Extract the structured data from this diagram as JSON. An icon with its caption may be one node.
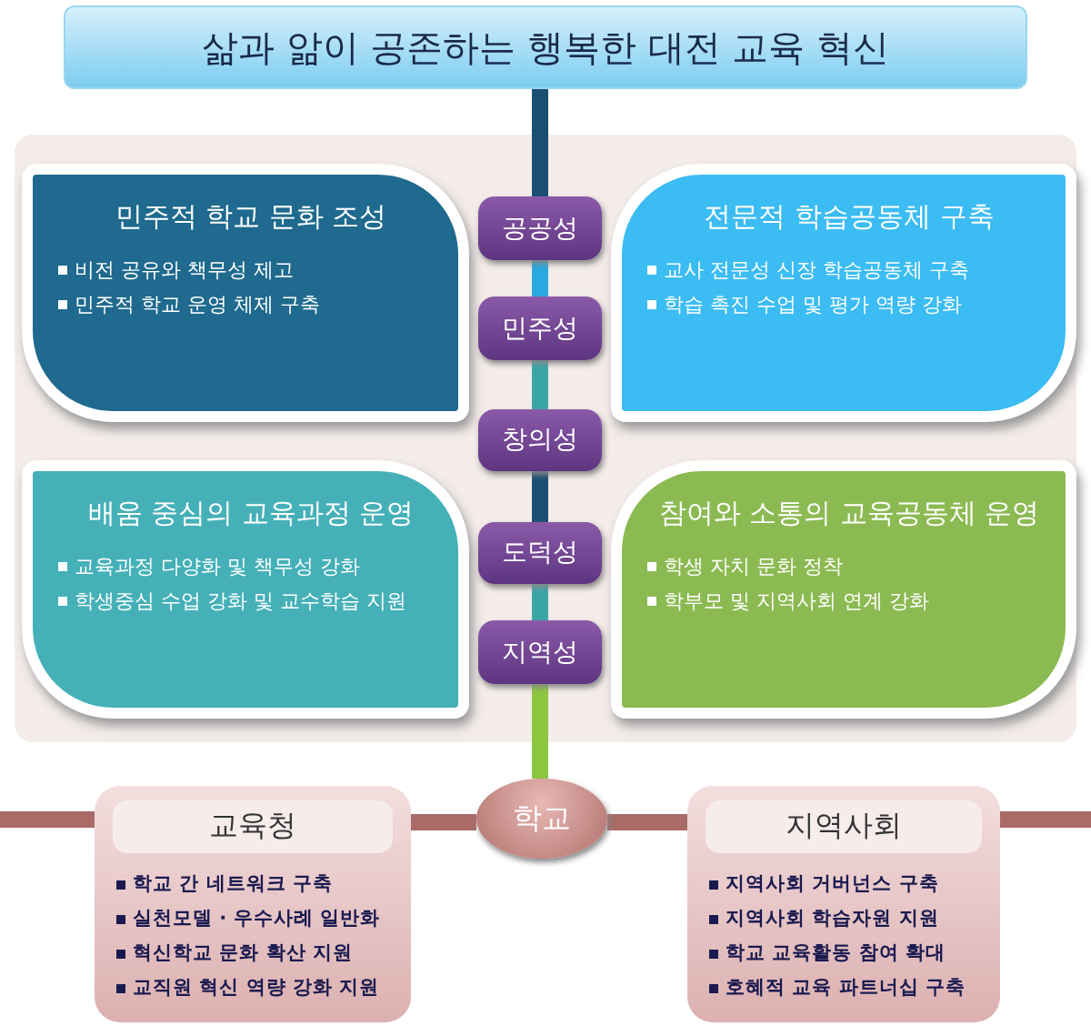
{
  "diagram": {
    "nodes": [
      {
        "text": [
          "삶과 앎이 공존하는 행복한 대전 교육 혁신"
        ]
      },
      {
        "text": [
          "민주적 학교 문화 조성",
          "비전 공유와 책무성 제고",
          "민주적 학교 운영 체제 구축"
        ]
      },
      {
        "text": [
          "공공성"
        ]
      },
      {
        "text": [
          "전문적 학습공동체 구축",
          "교사 전문성 신장 학습공동체 구축",
          "학습 촉진 수업 및 평가 역량 강화"
        ]
      },
      {
        "text": [
          "민주성"
        ]
      },
      {
        "text": [
          "창의성"
        ]
      },
      {
        "text": [
          "배움 중심의 교육과정 운영",
          "교육과정 다양화 및 책무성 강화",
          "학생중심 수업 강화 및 교수학습 지원"
        ]
      },
      {
        "text": [
          "도덕성"
        ]
      },
      {
        "text": [
          "참여와 소통의 교육공동체 운영",
          "학생 자치 문화 정착",
          "학부모 및 지역사회 연계 강화"
        ]
      },
      {
        "text": [
          "지역성"
        ]
      },
      {
        "text": [
          "교육청",
          "학교 간 네트워크 구축",
          "실천모델 · 우수사례 일반화",
          "혁신학교 문화 확산 지원",
          "교직원 혁신 역량 강화 지원"
        ]
      },
      {
        "text": [
          "학교"
        ]
      },
      {
        "text": [
          "지역사회",
          "지역사회 거버넌스 구축",
          "지역사회 학습자원 지원",
          "학교 교육활동 참여 확대",
          "호혜적 교육 파트너십 구축"
        ]
      }
    ],
    "edges": [
      {
        "from": 0,
        "to": 2,
        "arrow": "none",
        "color": "#1b4f72"
      },
      {
        "from": 2,
        "to": 4,
        "arrow": "none",
        "color": "#29a9e0"
      },
      {
        "from": 4,
        "to": 5,
        "arrow": "none",
        "color": "#3aa6a8"
      },
      {
        "from": 5,
        "to": 7,
        "arrow": "none",
        "color": "#1b4f72"
      },
      {
        "from": 7,
        "to": 9,
        "arrow": "none",
        "color": "#3aa6a8"
      },
      {
        "from": 9,
        "to": 11,
        "arrow": "none",
        "color": "#8dc63f"
      },
      {
        "from": 10,
        "to": 11,
        "arrow": "none",
        "color": "#a86b68"
      },
      {
        "from": 11,
        "to": 12,
        "arrow": "none",
        "color": "#a86b68"
      }
    ]
  }
}
